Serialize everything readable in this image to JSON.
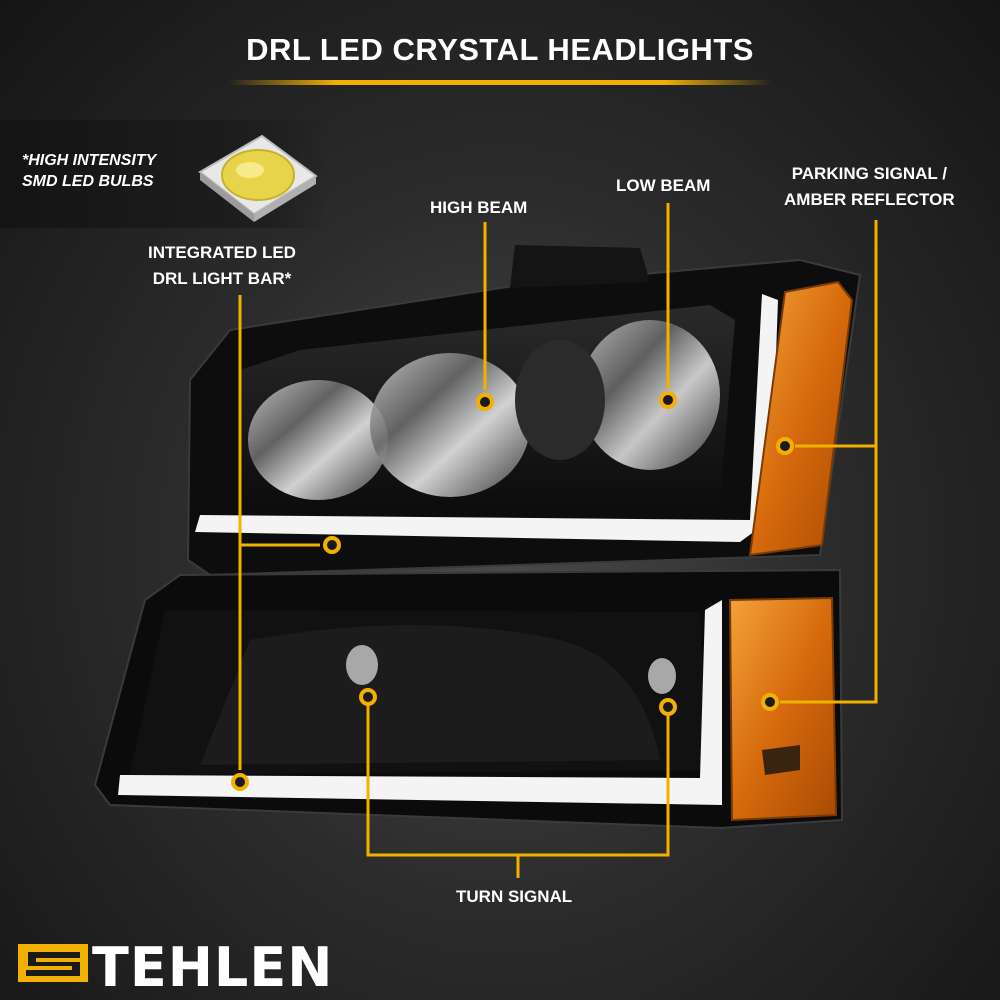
{
  "title": "DRL LED CRYSTAL HEADLIGHTS",
  "smd_line1": "*HIGH INTENSITY",
  "smd_line2": "SMD LED BULBS",
  "labels": {
    "integrated_line1": "INTEGRATED LED",
    "integrated_line2": "DRL LIGHT BAR*",
    "high_beam": "HIGH BEAM",
    "low_beam": "LOW BEAM",
    "parking_line1": "PARKING SIGNAL /",
    "parking_line2": "AMBER REFLECTOR",
    "turn_signal": "TURN SIGNAL"
  },
  "brand": {
    "name": "TEHLEN",
    "logo_letter": "S"
  },
  "colors": {
    "accent": "#f2b000",
    "amber": "#e07a10",
    "drl": "#f4f4f4"
  }
}
